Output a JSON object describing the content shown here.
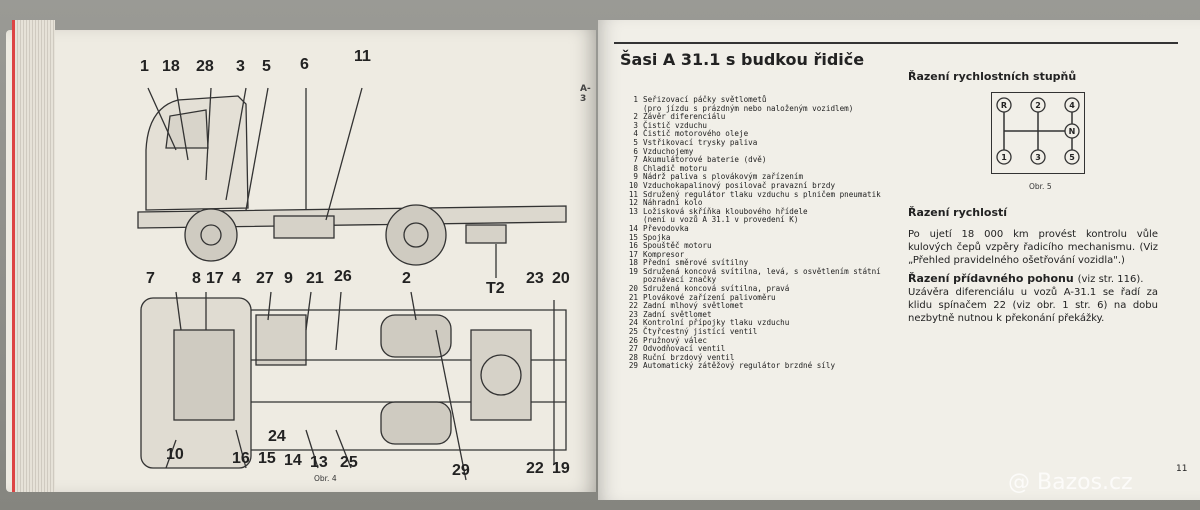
{
  "left_page": {
    "figure_caption": "Obr. 4",
    "top_callouts": [
      "1",
      "18",
      "28",
      "3",
      "5",
      "6",
      "11"
    ],
    "upper_callouts": [
      "T2"
    ],
    "middle_callouts": [
      "7",
      "8",
      "17",
      "4",
      "27",
      "9",
      "21",
      "26",
      "2",
      "23",
      "20"
    ],
    "bottom_callouts": [
      "10",
      "24",
      "16",
      "15",
      "14",
      "13",
      "25",
      "29",
      "22",
      "19"
    ],
    "edge_letter": "A-3"
  },
  "right_page": {
    "title": "Šasi A 31.1 s budkou řidiče",
    "legend": [
      {
        "n": "1",
        "t": "Seřizovací páčky světlometů"
      },
      {
        "n": "",
        "t": "(pro jízdu s prázdným nebo naloženým vozidlem)"
      },
      {
        "n": "2",
        "t": "Závěr diferenciálu"
      },
      {
        "n": "3",
        "t": "Čistič vzduchu"
      },
      {
        "n": "4",
        "t": "Čistič motorového oleje"
      },
      {
        "n": "5",
        "t": "Vstřikovací trysky paliva"
      },
      {
        "n": "6",
        "t": "Vzduchojemy"
      },
      {
        "n": "7",
        "t": "Akumulátorové baterie (dvě)"
      },
      {
        "n": "8",
        "t": "Chladič motoru"
      },
      {
        "n": "9",
        "t": "Nádrž paliva s plovákovým zařízením"
      },
      {
        "n": "10",
        "t": "Vzduchokapalinový posilovač pravazní brzdy"
      },
      {
        "n": "11",
        "t": "Sdružený regulátor tlaku vzduchu s plničem pneumatik"
      },
      {
        "n": "12",
        "t": "Náhradní kolo"
      },
      {
        "n": "13",
        "t": "Ložisková skříňka kloubového hřídele"
      },
      {
        "n": "",
        "t": "(není u vozů A 31.1 v provedení K)"
      },
      {
        "n": "14",
        "t": "Převodovka"
      },
      {
        "n": "15",
        "t": "Spojka"
      },
      {
        "n": "16",
        "t": "Spouštěč motoru"
      },
      {
        "n": "17",
        "t": "Kompresor"
      },
      {
        "n": "18",
        "t": "Přední směrové svítilny"
      },
      {
        "n": "19",
        "t": "Sdružená koncová svítilna, levá, s osvětlením státní"
      },
      {
        "n": "",
        "t": "poznávací značky"
      },
      {
        "n": "20",
        "t": "Sdružená koncová svítilna, pravá"
      },
      {
        "n": "21",
        "t": "Plovákové zařízení palivoměru"
      },
      {
        "n": "22",
        "t": "Zadní mlhový světlomet"
      },
      {
        "n": "23",
        "t": "Zadní světlomet"
      },
      {
        "n": "24",
        "t": "Kontrolní přípojky tlaku vzduchu"
      },
      {
        "n": "25",
        "t": "Čtyřcestný jistící ventil"
      },
      {
        "n": "26",
        "t": "Pružnový válec"
      },
      {
        "n": "27",
        "t": "Odvodňovací ventil"
      },
      {
        "n": "28",
        "t": "Ruční brzdový ventil"
      },
      {
        "n": "29",
        "t": "Automatický zátěžový regulátor brzdné síly"
      }
    ],
    "gear_heading": "Řazení rychlostních stupňů",
    "gear_positions": [
      "R",
      "2",
      "4",
      "N",
      "1",
      "3",
      "5"
    ],
    "gear_caption": "Obr. 5",
    "shift_heading": "Řazení rychlostí",
    "shift_text": "Po ujetí 18 000 km provést kontrolu vůle kulových čepů vzpěry řadicího mechanismu. (Viz „Přehled pravidelného ošetřování vozidla\".)",
    "aux_heading": "Řazení přídavného pohonu",
    "aux_heading_suffix": "(viz str. 116).",
    "aux_text": "Uzávěra diferenciálu u vozů A-31.1 se řadí za klidu spínačem 22 (viz obr. 1 str. 6) na dobu nezbytně nutnou k překonání překážky.",
    "page_number": "11"
  },
  "watermark": "@ Bazos.cz"
}
